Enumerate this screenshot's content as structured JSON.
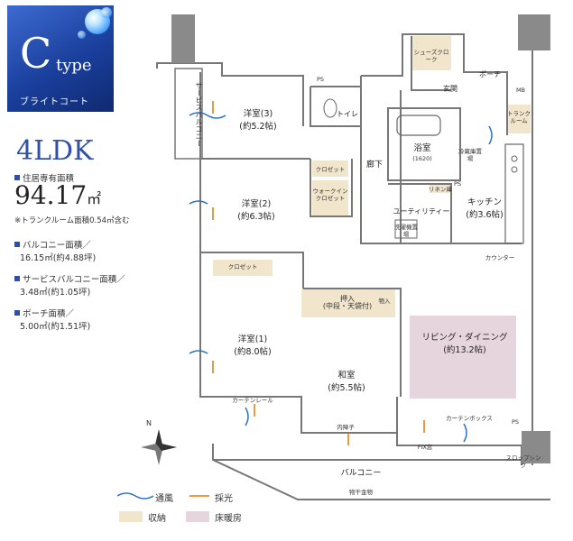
{
  "badge": {
    "letter": "C",
    "type": "type",
    "name": "ブライトコート"
  },
  "layout": "4LDK",
  "specs": {
    "floor_area_label": "住居専有面積",
    "floor_area_value": "94.17",
    "floor_area_unit": "㎡",
    "floor_area_note": "※トランクルーム面積0.54㎡含む",
    "balcony_label": "バルコニー面積／",
    "balcony_value": "16.15㎡(約4.88坪)",
    "service_balcony_label": "サービスバルコニー面積／",
    "service_balcony_value": "3.48㎡(約1.05坪)",
    "porch_label": "ポーチ面積／",
    "porch_value": "5.00㎡(約1.51坪)"
  },
  "rooms": {
    "western3_name": "洋室(3)",
    "western3_size": "(約5.2帖)",
    "western2_name": "洋室(2)",
    "western2_size": "(約6.3帖)",
    "western1_name": "洋室(1)",
    "western1_size": "(約8.0帖)",
    "japanese_name": "和室",
    "japanese_size": "(約5.5帖)",
    "living_name": "リビング・ダイニング",
    "living_size": "(約13.2帖)",
    "kitchen_name": "キッチン",
    "kitchen_size": "(約3.6帖)",
    "bath_name": "浴室",
    "bath_size": "(1620)",
    "utility": "ユーティリティー",
    "toilet": "トイレ",
    "hallway": "廊下",
    "entrance": "玄関",
    "porch": "ポーチ",
    "shoes_closet": "シューズクローク",
    "service_balcony": "サービスバルコニー",
    "balcony": "バルコニー",
    "closet": "クロゼット",
    "walkin_closet": "ウォークインクロゼット",
    "oshiire": "押入",
    "oshiire_sub": "(中段・天袋付)",
    "tokonoma": "物入",
    "trunk_room": "トランクルーム",
    "fridge": "冷蔵庫置場",
    "washer": "洗濯機置場",
    "linen": "リネン庫",
    "counter": "カウンター",
    "curtain_rail": "カーテンレール",
    "curtain_box": "カーテンボックス",
    "fix_window": "FIX窓",
    "inner_window": "内障子",
    "slop_sink": "スロップシンク",
    "clothes_hanger": "物干金物",
    "ps": "PS",
    "mb": "MB"
  },
  "legend": {
    "ventilation": "通風",
    "lighting": "採光",
    "storage": "収納",
    "floor_heating": "床暖房"
  },
  "colors": {
    "storage": "#f1e6cc",
    "floor_heating": "#e7d5dd",
    "wall": "#888888",
    "ventilation": "#2a6fc4",
    "lighting": "#e07a00",
    "accent": "#2f4fa0"
  }
}
